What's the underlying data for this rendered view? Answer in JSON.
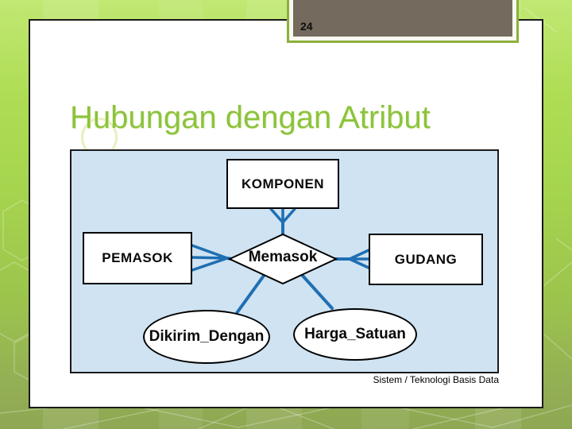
{
  "slide": {
    "page_number": "24",
    "title": "Hubungan dengan Atribut",
    "footer": "Sistem / Teknologi Basis Data"
  },
  "diagram": {
    "type": "entity-relationship",
    "entities": [
      {
        "id": "komponen",
        "label": "KOMPONEN"
      },
      {
        "id": "pemasok",
        "label": "PEMASOK"
      },
      {
        "id": "gudang",
        "label": "GUDANG"
      }
    ],
    "relationship": {
      "label": "Memasok"
    },
    "attributes": [
      {
        "id": "dikirim_dengan",
        "label": "Dikirim_Dengan"
      },
      {
        "id": "harga_satuan",
        "label": "Harga_Satuan"
      }
    ],
    "connections": [
      {
        "from": "KOMPONEN",
        "to": "Memasok",
        "style": "crow-foot"
      },
      {
        "from": "PEMASOK",
        "to": "Memasok",
        "style": "crow-foot"
      },
      {
        "from": "GUDANG",
        "to": "Memasok",
        "style": "crow-foot"
      },
      {
        "from": "Memasok",
        "to": "Dikirim_Dengan",
        "style": "line"
      },
      {
        "from": "Memasok",
        "to": "Harga_Satuan",
        "style": "line"
      }
    ],
    "colors": {
      "connector": "#1f6fb2",
      "canvas_bg": "#cfe3f2",
      "shape_fill": "#ffffff",
      "shape_border": "#000000"
    }
  },
  "theme": {
    "title_color": "#8cc33d",
    "page_box_fill": "#756a5e",
    "page_box_border": "#8cb03c",
    "background_top": "#c1e873",
    "background_bottom": "#8ea753"
  }
}
